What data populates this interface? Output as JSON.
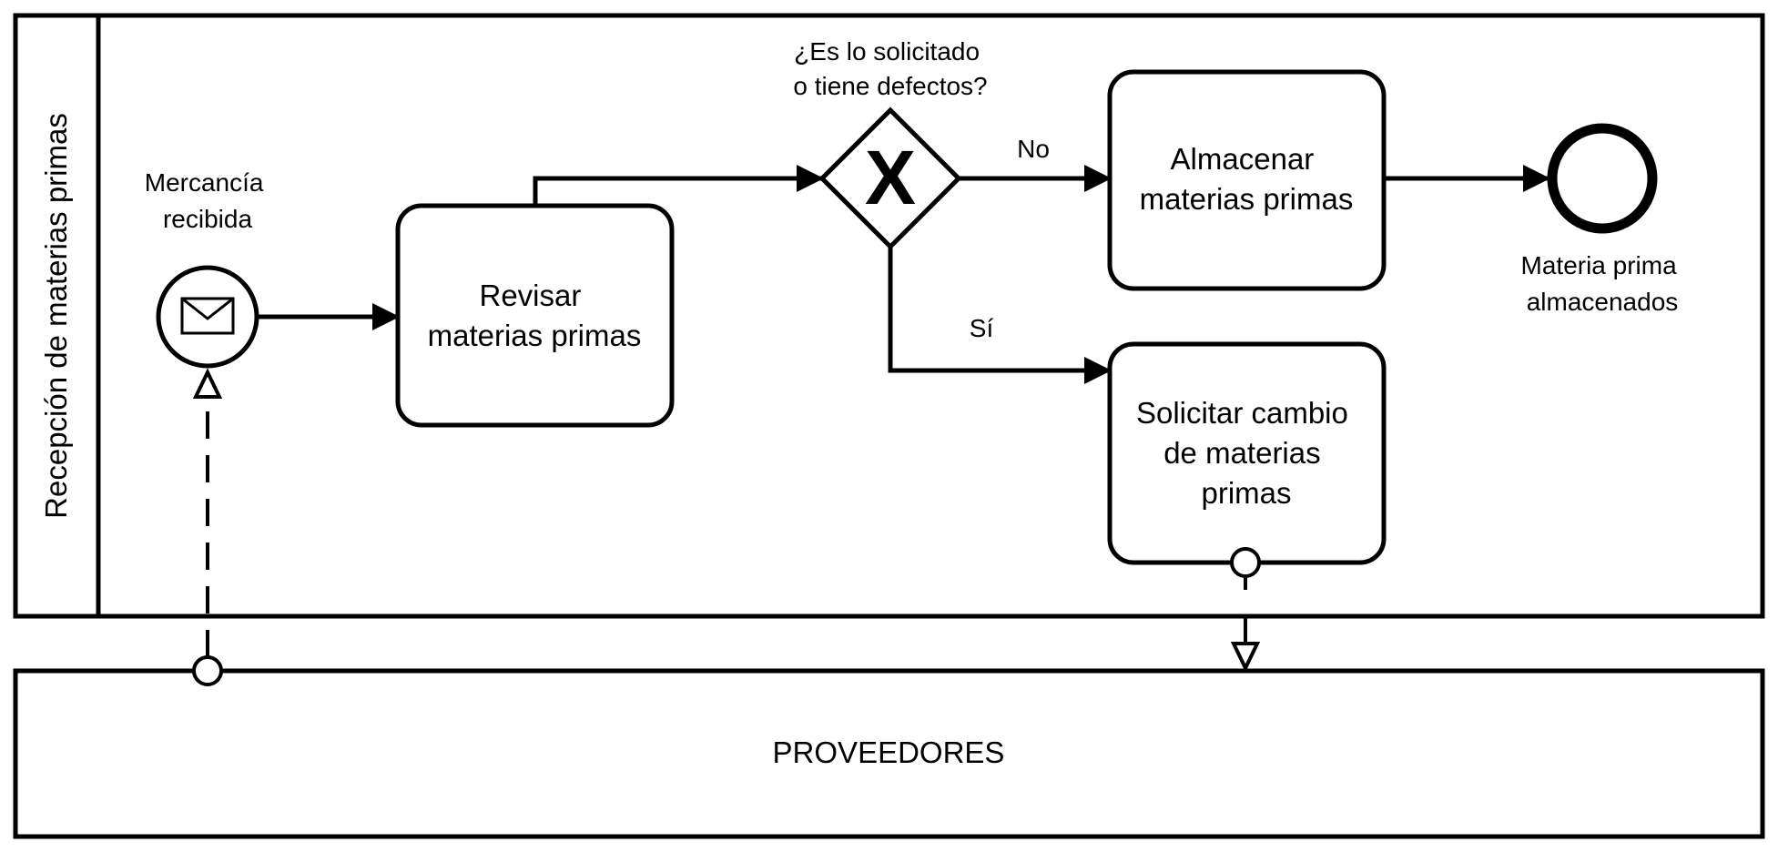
{
  "lane": {
    "label": "Recepción de materias primas"
  },
  "pool_external": {
    "label": "PROVEEDORES"
  },
  "start_event": {
    "label_lines": [
      "Mercancía",
      "recibida"
    ],
    "icon": "envelope-icon"
  },
  "tasks": {
    "revisar": {
      "lines": [
        "Revisar",
        "materias primas"
      ]
    },
    "almacenar": {
      "lines": [
        "Almacenar",
        "materias primas"
      ]
    },
    "solicitar": {
      "lines": [
        "Solicitar cambio",
        "de materias",
        "primas"
      ]
    }
  },
  "gateway": {
    "label_lines": [
      "¿Es lo solicitado",
      "o tiene defectos?"
    ],
    "marker": "X"
  },
  "flows": {
    "no_label": "No",
    "si_label": "Sí"
  },
  "end_event": {
    "label_lines": [
      "Materia prima",
      "almacenados"
    ]
  }
}
